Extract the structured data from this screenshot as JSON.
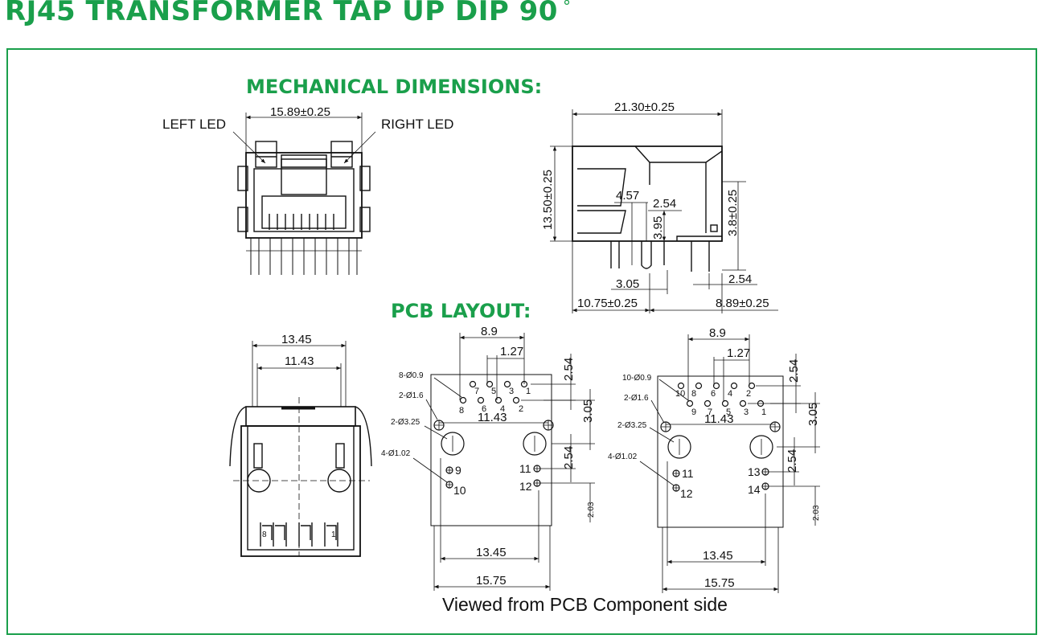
{
  "header": {
    "title": "RJ45 TRANSFORMER TAP UP DIP 90",
    "degree": "°"
  },
  "sections": {
    "mechanical": "MECHANICAL DIMENSIONS:",
    "pcb": "PCB LAYOUT:"
  },
  "front_view": {
    "width_dim": "15.89±0.25",
    "left_led": "LEFT  LED",
    "right_led": "RIGHT  LED"
  },
  "side_view": {
    "length": "21.30±0.25",
    "height": "13.50±0.25",
    "d457": "4.57",
    "d254": "2.54",
    "d395": "3.95",
    "d38": "3.8±0.25",
    "d305": "3.05",
    "d254b": "2.54",
    "d1075": "10.75±0.25",
    "d889": "8.89±0.25"
  },
  "bottom_view": {
    "w1345": "13.45",
    "w1143": "11.43",
    "pin8": "8",
    "pin1": "1"
  },
  "pcb_a": {
    "d89": "8.9",
    "d127": "1.27",
    "d254": "2.54",
    "holes_small": "8-Ø0.9",
    "holes_16": "2-Ø1.6",
    "holes_325": "2-Ø3.25",
    "holes_102": "4-Ø1.02",
    "d305": "3.05",
    "d1143": "11.43",
    "d254v": "2.54",
    "d203": "2.03",
    "d1345": "13.45",
    "d1575": "15.75",
    "top_pins": [
      "7",
      "5",
      "3",
      "1"
    ],
    "bot_pins": [
      "8",
      "6",
      "4",
      "2"
    ],
    "p9": "9",
    "p10": "10",
    "p11": "11",
    "p12": "12"
  },
  "pcb_b": {
    "d89": "8.9",
    "d127": "1.27",
    "d254": "2.54",
    "holes_small": "10-Ø0.9",
    "holes_16": "2-Ø1.6",
    "holes_325": "2-Ø3.25",
    "holes_102": "4-Ø1.02",
    "d305": "3.05",
    "d1143": "11.43",
    "d254v": "2.54",
    "d203": "2.03",
    "d1345": "13.45",
    "d1575": "15.75",
    "top_pins": [
      "10",
      "8",
      "6",
      "4",
      "2"
    ],
    "bot_pins": [
      "9",
      "7",
      "5",
      "3",
      "1"
    ],
    "p11": "11",
    "p12": "12",
    "p13": "13",
    "p14": "14"
  },
  "footer": {
    "caption": "Viewed from PCB Component side"
  },
  "colors": {
    "brand": "#1a9f4b",
    "line": "#111111"
  }
}
